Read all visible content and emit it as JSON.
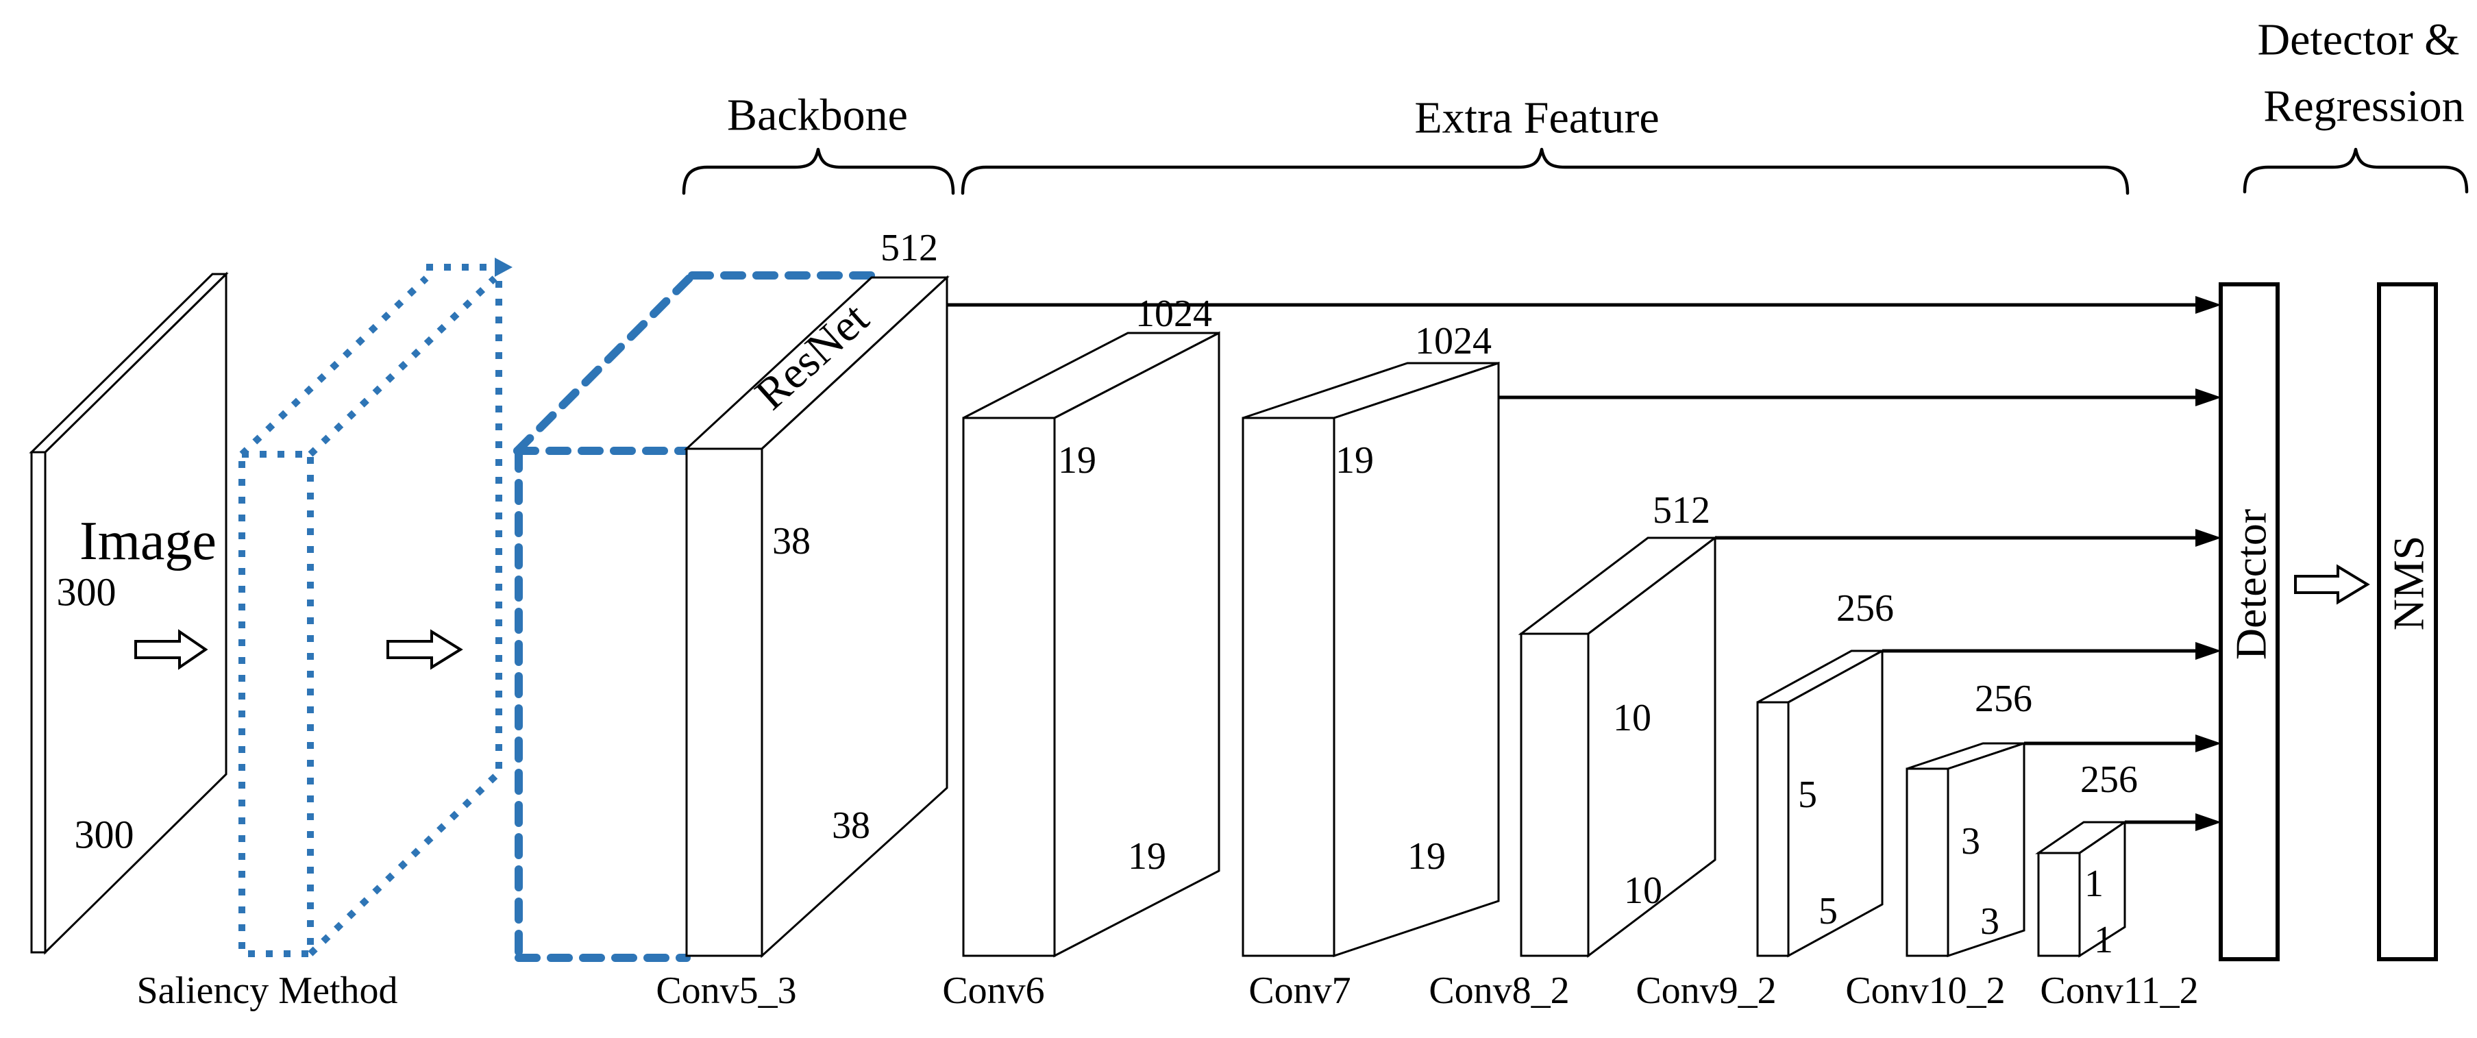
{
  "figure": {
    "sections": {
      "backbone": "Backbone",
      "extra_feature": "Extra Feature",
      "detector_line1": "Detector &",
      "detector_line2": "Regression"
    },
    "input": {
      "label": "Image",
      "size_h": "300",
      "size_w": "300"
    },
    "saliency": {
      "label": "Saliency Method"
    },
    "resnet": {
      "label": "ResNet"
    },
    "layers": [
      {
        "name": "Conv5_3",
        "channels": "512",
        "h": "38",
        "w": "38"
      },
      {
        "name": "Conv6",
        "channels": "1024",
        "h": "19",
        "w": "19"
      },
      {
        "name": "Conv7",
        "channels": "1024",
        "h": "19",
        "w": "19"
      },
      {
        "name": "Conv8_2",
        "channels": "512",
        "h": "10",
        "w": "10"
      },
      {
        "name": "Conv9_2",
        "channels": "256",
        "h": "5",
        "w": "5"
      },
      {
        "name": "Conv10_2",
        "channels": "256",
        "h": "3",
        "w": "3"
      },
      {
        "name": "Conv11_2",
        "channels": "256",
        "h": "1",
        "w": "1"
      }
    ],
    "heads": {
      "detector": "Detector",
      "nms": "NMS"
    },
    "colors": {
      "accent_blue": "#2E75B6",
      "line": "#000000",
      "background": "#ffffff"
    }
  }
}
